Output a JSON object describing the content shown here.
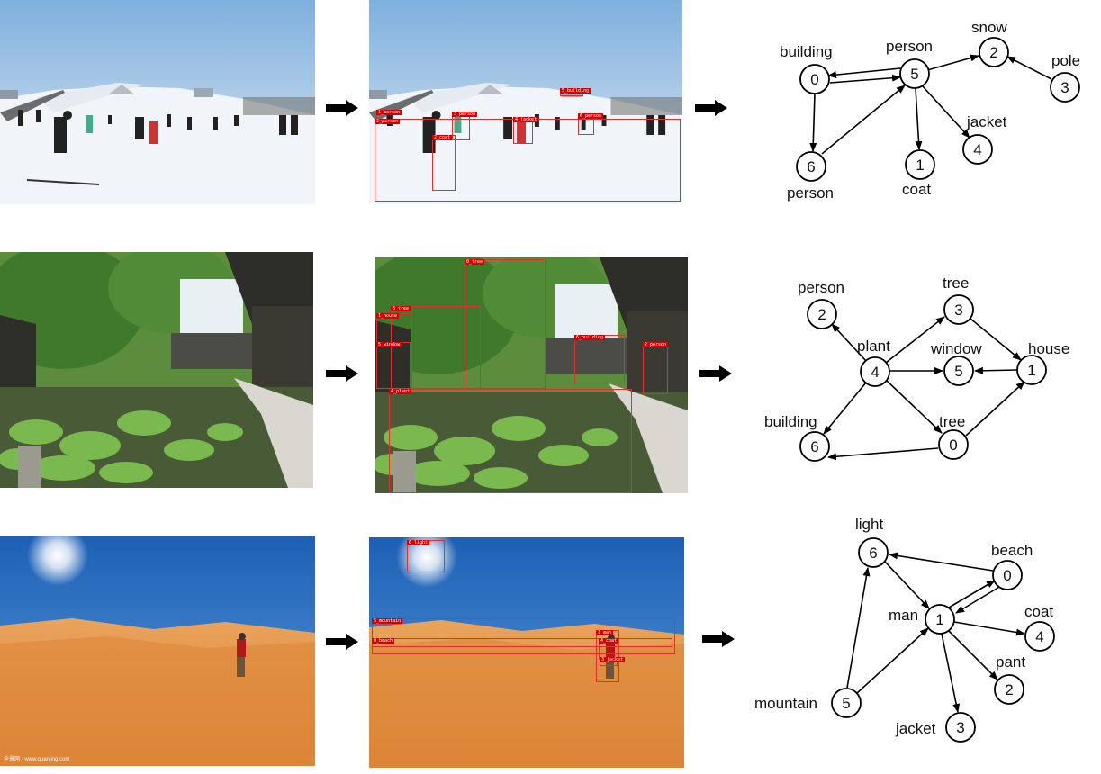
{
  "rows": [
    {
      "id": "ski",
      "detections": [
        {
          "tag": "5_building"
        },
        {
          "tag": "0_person"
        },
        {
          "tag": "3_person"
        },
        {
          "tag": "4_jacket"
        },
        {
          "tag": "2_coat"
        },
        {
          "tag": "6_person"
        },
        {
          "tag": "1_person"
        }
      ],
      "graph": {
        "nodes": [
          {
            "id": "0",
            "label": "building"
          },
          {
            "id": "5",
            "label": "person"
          },
          {
            "id": "2",
            "label": "snow"
          },
          {
            "id": "3",
            "label": "pole"
          },
          {
            "id": "4",
            "label": "jacket"
          },
          {
            "id": "1",
            "label": "coat"
          },
          {
            "id": "6",
            "label": "person"
          }
        ],
        "edges": [
          [
            "5",
            "0"
          ],
          [
            "0",
            "5"
          ],
          [
            "5",
            "2"
          ],
          [
            "3",
            "2"
          ],
          [
            "5",
            "4"
          ],
          [
            "5",
            "1"
          ],
          [
            "0",
            "6"
          ],
          [
            "6",
            "5"
          ]
        ]
      }
    },
    {
      "id": "garden",
      "detections": [
        {
          "tag": "0_tree"
        },
        {
          "tag": "3_tree"
        },
        {
          "tag": "1_house"
        },
        {
          "tag": "5_window"
        },
        {
          "tag": "4_plant"
        },
        {
          "tag": "6_building"
        },
        {
          "tag": "2_person"
        }
      ],
      "graph": {
        "nodes": [
          {
            "id": "2",
            "label": "person"
          },
          {
            "id": "3",
            "label": "tree"
          },
          {
            "id": "4",
            "label": "plant"
          },
          {
            "id": "5",
            "label": "window"
          },
          {
            "id": "1",
            "label": "house"
          },
          {
            "id": "6",
            "label": "building"
          },
          {
            "id": "0",
            "label": "tree"
          }
        ],
        "edges": [
          [
            "4",
            "2"
          ],
          [
            "4",
            "3"
          ],
          [
            "3",
            "1"
          ],
          [
            "4",
            "5"
          ],
          [
            "1",
            "5"
          ],
          [
            "4",
            "6"
          ],
          [
            "4",
            "0"
          ],
          [
            "0",
            "1"
          ],
          [
            "0",
            "6"
          ]
        ]
      }
    },
    {
      "id": "desert",
      "detections": [
        {
          "tag": "6_light"
        },
        {
          "tag": "5_mountain"
        },
        {
          "tag": "0_beach"
        },
        {
          "tag": "1_man"
        },
        {
          "tag": "4_coat"
        },
        {
          "tag": "3_jacket"
        }
      ],
      "graph": {
        "nodes": [
          {
            "id": "6",
            "label": "light"
          },
          {
            "id": "0",
            "label": "beach"
          },
          {
            "id": "1",
            "label": "man"
          },
          {
            "id": "4",
            "label": "coat"
          },
          {
            "id": "2",
            "label": "pant"
          },
          {
            "id": "5",
            "label": "mountain"
          },
          {
            "id": "3",
            "label": "jacket"
          }
        ],
        "edges": [
          [
            "0",
            "6"
          ],
          [
            "6",
            "1"
          ],
          [
            "1",
            "0"
          ],
          [
            "0",
            "1"
          ],
          [
            "1",
            "4"
          ],
          [
            "1",
            "2"
          ],
          [
            "1",
            "3"
          ],
          [
            "5",
            "1"
          ],
          [
            "5",
            "6"
          ]
        ]
      }
    }
  ]
}
